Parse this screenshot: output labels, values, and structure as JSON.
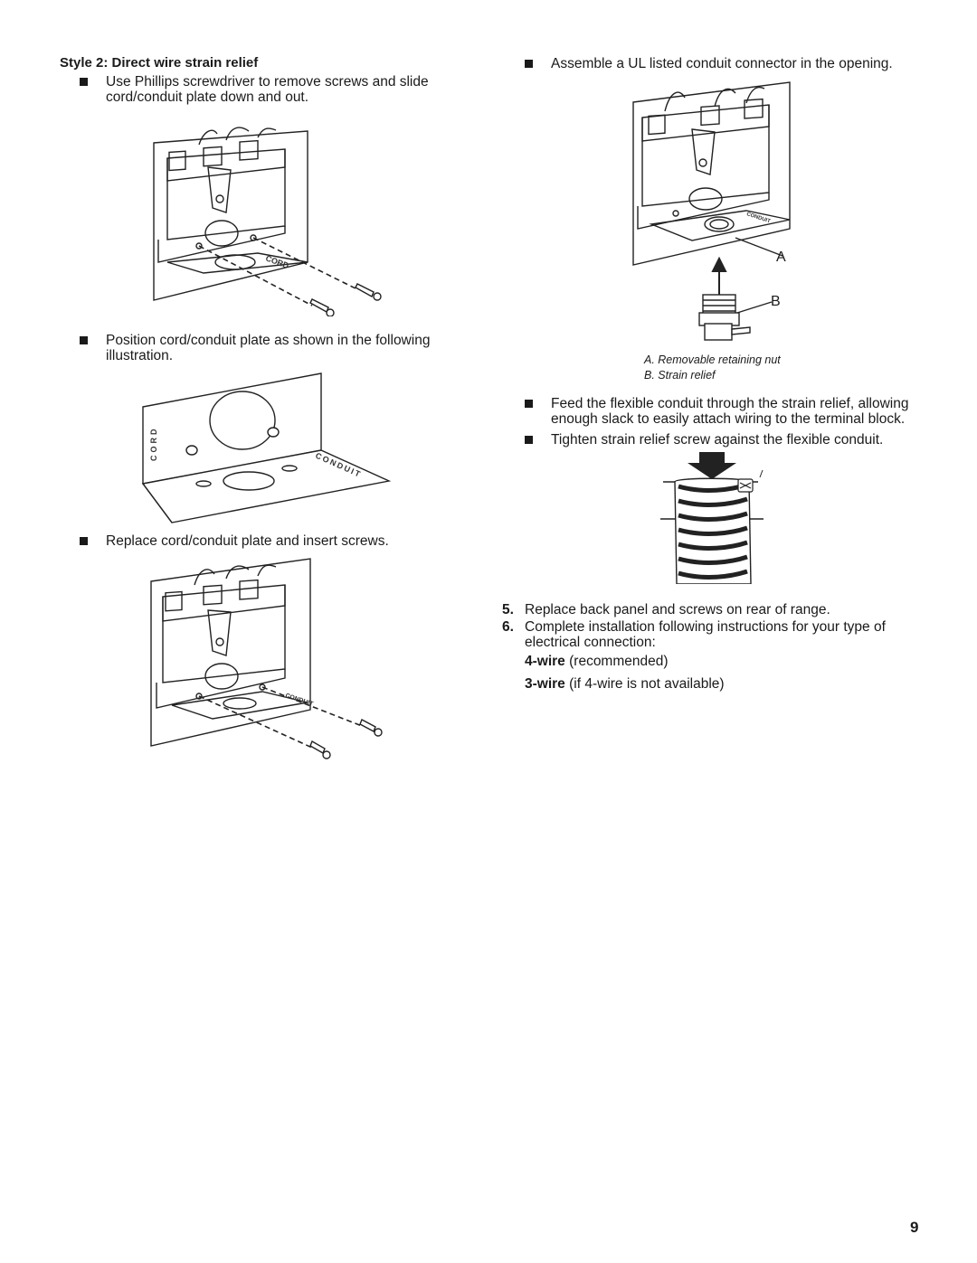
{
  "left": {
    "heading": "Style 2: Direct wire strain relief",
    "bullets": [
      "Use Phillips screwdriver to remove screws and slide cord/conduit plate down and out.",
      "Position cord/conduit plate as shown in the following illustration.",
      "Replace cord/conduit plate and insert screws."
    ],
    "plate_labels": {
      "cord": "CORD",
      "conduit": "CONDUIT"
    }
  },
  "right": {
    "bullets": [
      "Assemble a UL listed conduit connector in the opening.",
      "Feed the flexible conduit through the strain relief, allowing enough slack to easily attach wiring to the terminal block.",
      "Tighten strain relief screw against the flexible conduit."
    ],
    "callouts": {
      "a": "A",
      "b": "B"
    },
    "captions": [
      "A. Removable retaining nut",
      "B. Strain relief"
    ],
    "steps": [
      {
        "num": "5.",
        "text": "Replace back panel and screws on rear of range."
      },
      {
        "num": "6.",
        "text": "Complete installation following instructions for your type of electrical connection:"
      }
    ],
    "options": [
      {
        "bold": "4-wire",
        "rest": " (recommended)"
      },
      {
        "bold": "3-wire",
        "rest": " (if 4-wire is not available)"
      }
    ]
  },
  "page_number": "9"
}
